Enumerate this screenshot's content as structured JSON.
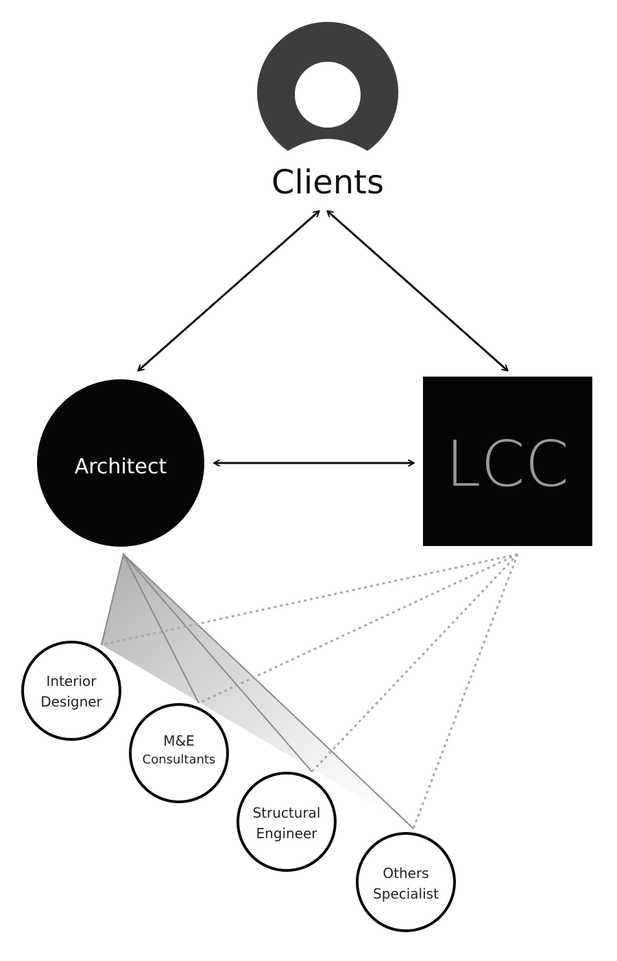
{
  "colors": {
    "client_icon": "#3d3d3d",
    "architect_fill": "#050505",
    "lcc_fill": "#050505",
    "lcc_text": "#9a9a9a",
    "arrow": "#111111",
    "dotted_line": "#a8a8a8",
    "fan_stroke": "#8a8a8a"
  },
  "clients": {
    "label": "Clients",
    "icon": "user-icon"
  },
  "architect": {
    "label": "Architect"
  },
  "lcc": {
    "label": "LCC"
  },
  "specialists": [
    {
      "id": "interior-designer",
      "line1": "Interior",
      "line2": "Designer"
    },
    {
      "id": "me-consultants",
      "line1": "M&E",
      "line2": "Consultants"
    },
    {
      "id": "structural-engineer",
      "line1": "Structural",
      "line2": "Engineer"
    },
    {
      "id": "others-specialist",
      "line1": "Others",
      "line2": "Specialist"
    }
  ]
}
